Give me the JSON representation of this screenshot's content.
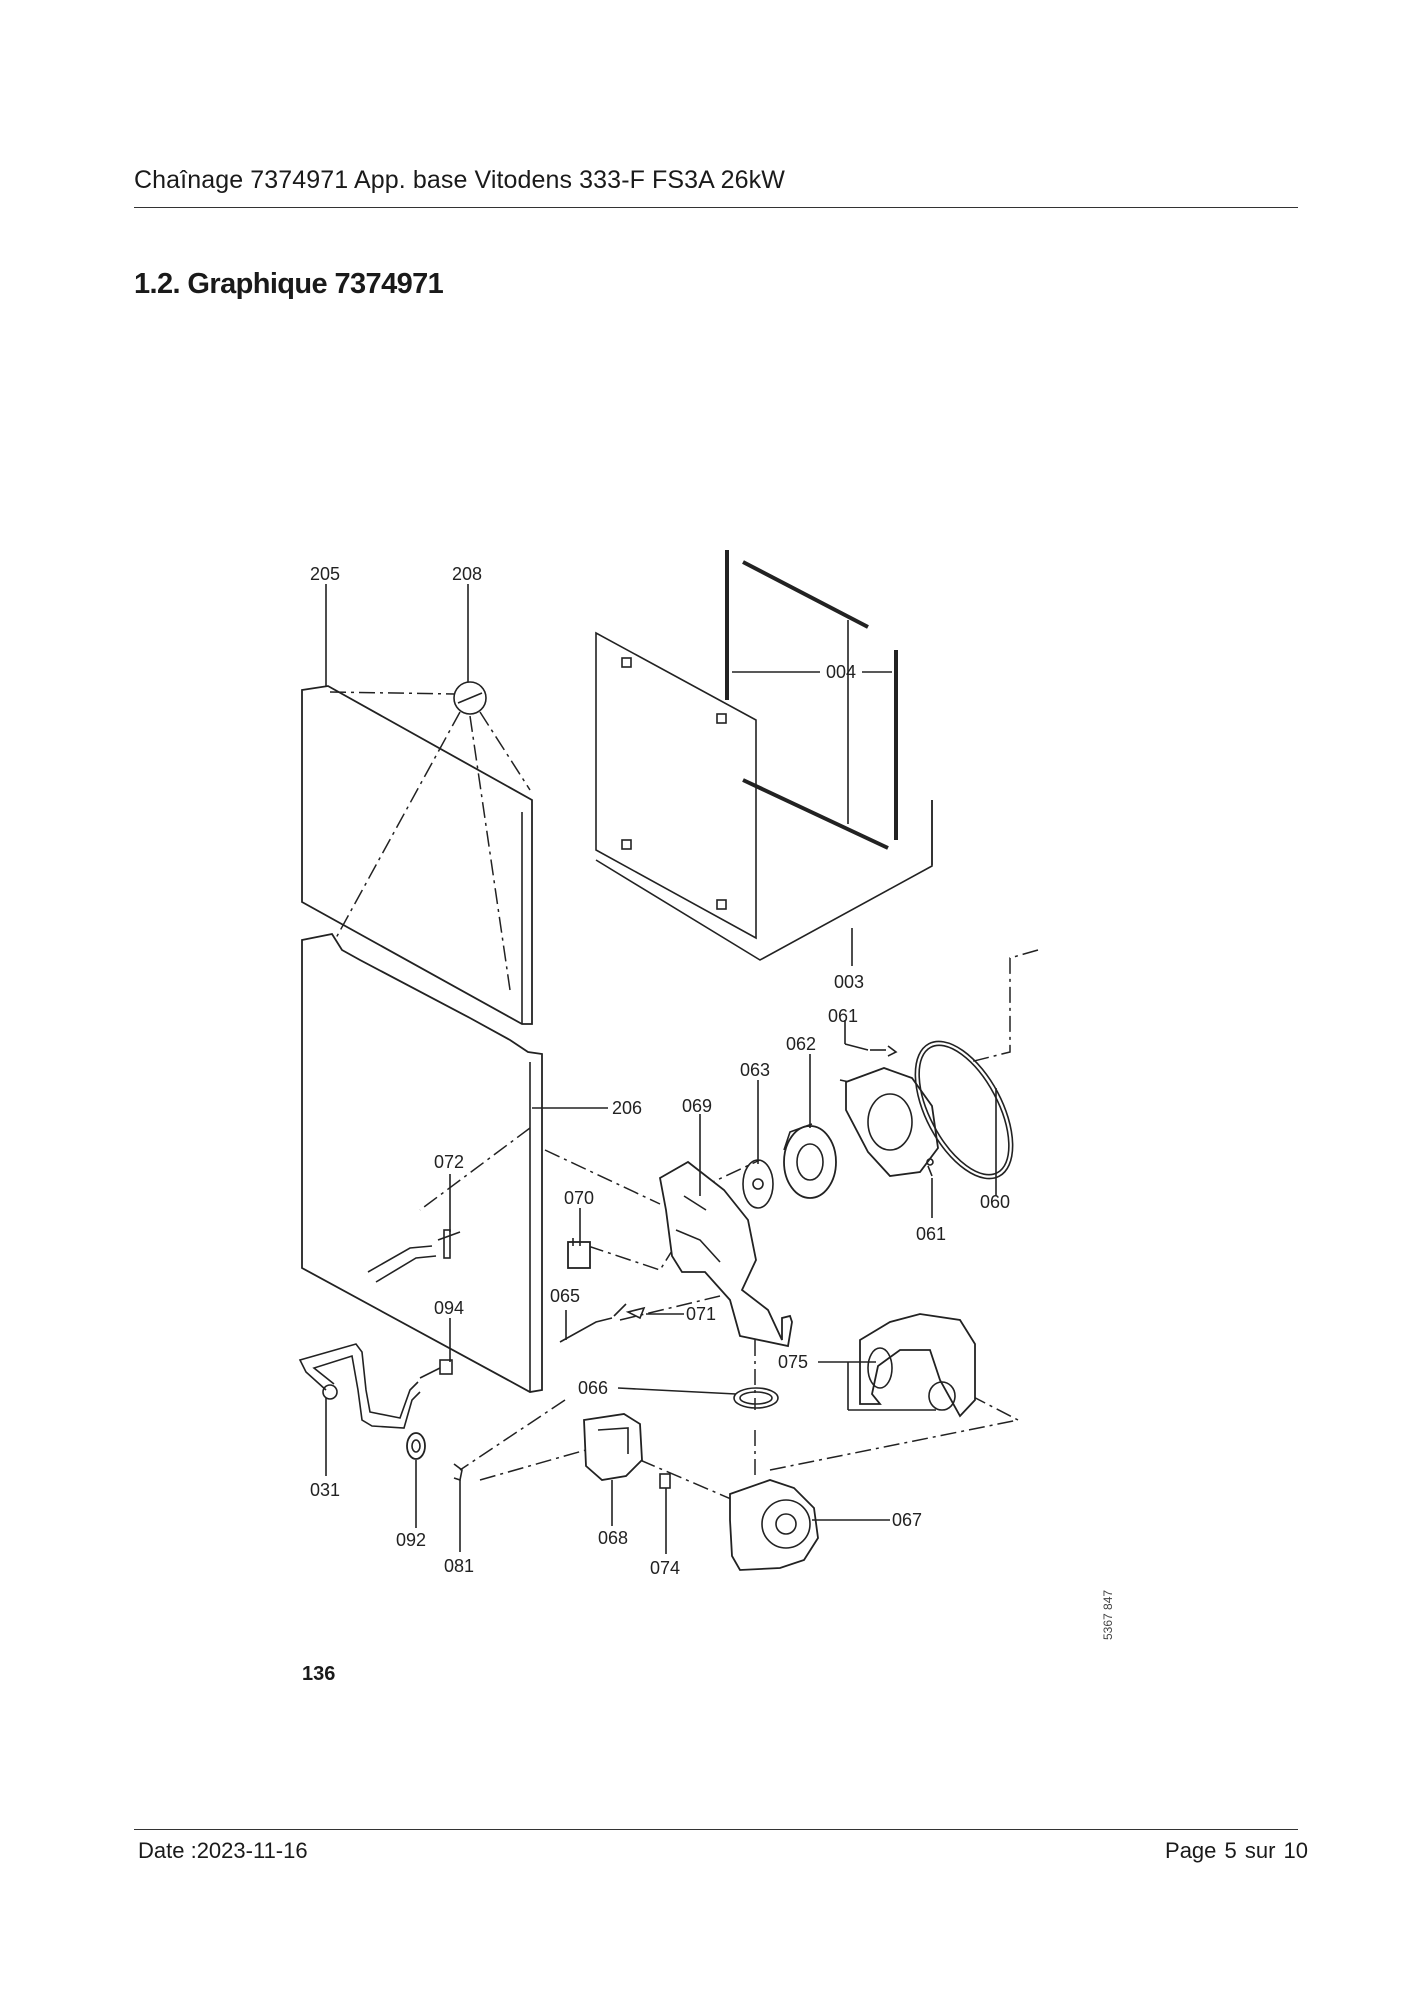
{
  "header": {
    "title": "Chaînage 7374971 App. base Vitodens 333-F FS3A 26kW"
  },
  "section": {
    "heading": "1.2. Graphique 7374971"
  },
  "diagram": {
    "callouts": {
      "c205": "205",
      "c208": "208",
      "c004": "004",
      "c003": "003",
      "c061a": "061",
      "c062": "062",
      "c063": "063",
      "c206": "206",
      "c069": "069",
      "c072": "072",
      "c070": "070",
      "c060": "060",
      "c061b": "061",
      "c065": "065",
      "c071": "071",
      "c094": "094",
      "c075": "075",
      "c066": "066",
      "c031": "031",
      "c092": "092",
      "c081": "081",
      "c068": "068",
      "c074": "074",
      "c067": "067"
    },
    "plate_number": "5367 847",
    "figure_number": "136"
  },
  "footer": {
    "date": "Date :2023-11-16",
    "page": "Page 5 sur  10"
  }
}
